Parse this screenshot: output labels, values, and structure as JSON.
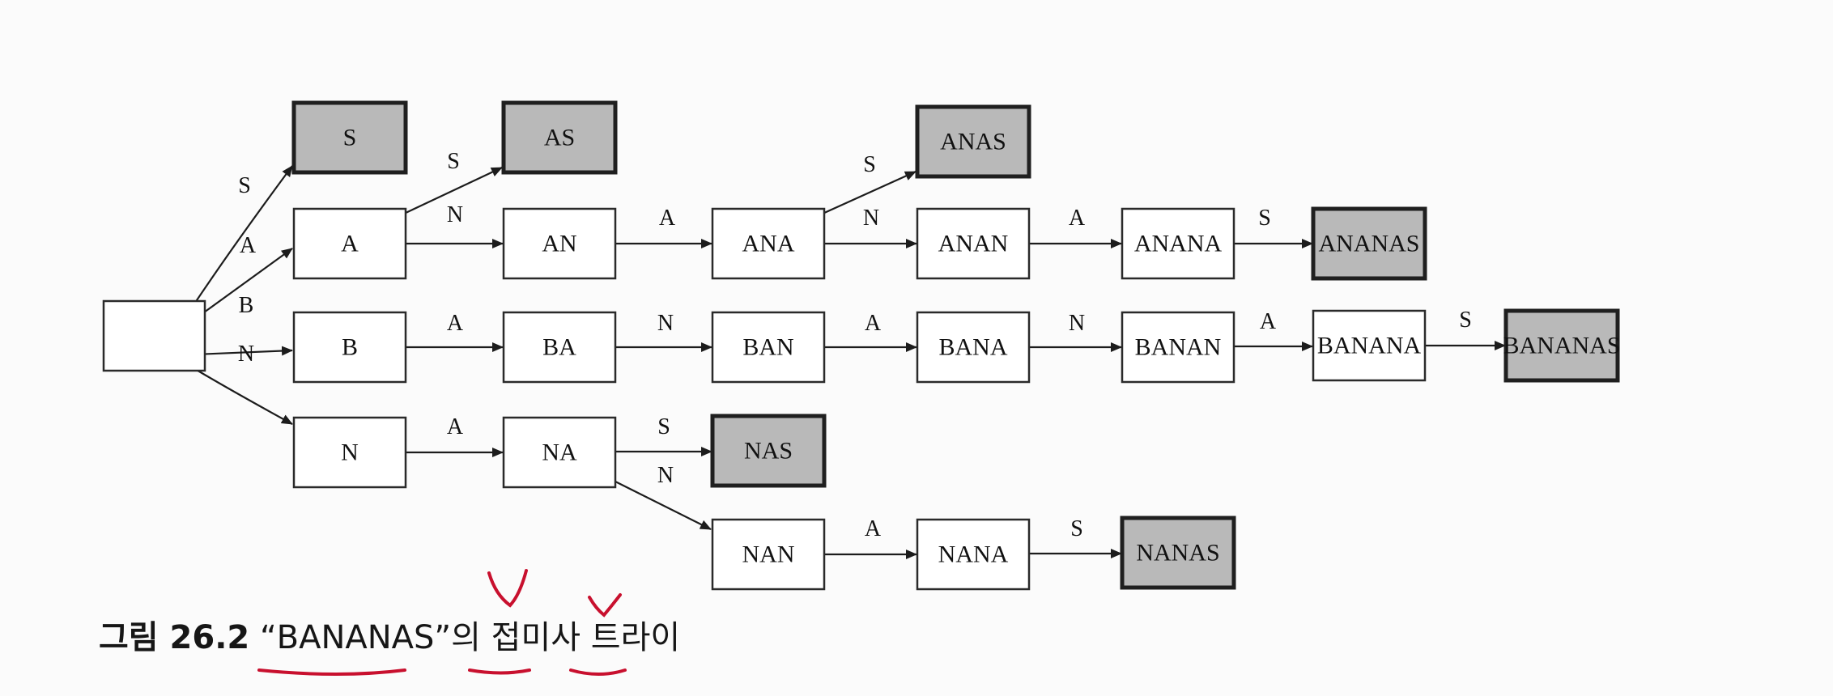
{
  "root": {
    "label": ""
  },
  "nodes": [
    {
      "id": "S",
      "label": "S",
      "terminal": true
    },
    {
      "id": "AS",
      "label": "AS",
      "terminal": true
    },
    {
      "id": "ANAS",
      "label": "ANAS",
      "terminal": true
    },
    {
      "id": "A",
      "label": "A",
      "terminal": false
    },
    {
      "id": "AN",
      "label": "AN",
      "terminal": false
    },
    {
      "id": "ANA",
      "label": "ANA",
      "terminal": false
    },
    {
      "id": "ANAN",
      "label": "ANAN",
      "terminal": false
    },
    {
      "id": "ANANA",
      "label": "ANANA",
      "terminal": false
    },
    {
      "id": "ANANAS",
      "label": "ANANAS",
      "terminal": true
    },
    {
      "id": "B",
      "label": "B",
      "terminal": false
    },
    {
      "id": "BA",
      "label": "BA",
      "terminal": false
    },
    {
      "id": "BAN",
      "label": "BAN",
      "terminal": false
    },
    {
      "id": "BANA",
      "label": "BANA",
      "terminal": false
    },
    {
      "id": "BANAN",
      "label": "BANAN",
      "terminal": false
    },
    {
      "id": "BANANA",
      "label": "BANANA",
      "terminal": false
    },
    {
      "id": "BANANAS",
      "label": "BANANAS",
      "terminal": true
    },
    {
      "id": "N",
      "label": "N",
      "terminal": false
    },
    {
      "id": "NA",
      "label": "NA",
      "terminal": false
    },
    {
      "id": "NAS",
      "label": "NAS",
      "terminal": true
    },
    {
      "id": "NAN",
      "label": "NAN",
      "terminal": false
    },
    {
      "id": "NANA",
      "label": "NANA",
      "terminal": false
    },
    {
      "id": "NANAS",
      "label": "NANAS",
      "terminal": true
    }
  ],
  "edges": [
    {
      "from": "root",
      "to": "S",
      "label": "S"
    },
    {
      "from": "root",
      "to": "A",
      "label": "A"
    },
    {
      "from": "root",
      "to": "B",
      "label": "B"
    },
    {
      "from": "root",
      "to": "N",
      "label": "N"
    },
    {
      "from": "A",
      "to": "AS",
      "label": "S"
    },
    {
      "from": "A",
      "to": "AN",
      "label": "N"
    },
    {
      "from": "AN",
      "to": "ANA",
      "label": "A"
    },
    {
      "from": "ANA",
      "to": "ANAS",
      "label": "S"
    },
    {
      "from": "ANA",
      "to": "ANAN",
      "label": "N"
    },
    {
      "from": "ANAN",
      "to": "ANANA",
      "label": "A"
    },
    {
      "from": "ANANA",
      "to": "ANANAS",
      "label": "S"
    },
    {
      "from": "B",
      "to": "BA",
      "label": "A"
    },
    {
      "from": "BA",
      "to": "BAN",
      "label": "N"
    },
    {
      "from": "BAN",
      "to": "BANA",
      "label": "A"
    },
    {
      "from": "BANA",
      "to": "BANAN",
      "label": "N"
    },
    {
      "from": "BANAN",
      "to": "BANANA",
      "label": "A"
    },
    {
      "from": "BANANA",
      "to": "BANANAS",
      "label": "S"
    },
    {
      "from": "N",
      "to": "NA",
      "label": "A"
    },
    {
      "from": "NA",
      "to": "NAS",
      "label": "S"
    },
    {
      "from": "NA",
      "to": "NAN",
      "label": "N"
    },
    {
      "from": "NAN",
      "to": "NANA",
      "label": "A"
    },
    {
      "from": "NANA",
      "to": "NANAS",
      "label": "S"
    }
  ],
  "caption": {
    "number": "그림 26.2",
    "text": "“BANANAS”의 접미사 트라이"
  },
  "colors": {
    "terminal_fill": "#b9b9b9",
    "node_fill": "#ffffff",
    "annotation_ink": "#c8102e"
  }
}
